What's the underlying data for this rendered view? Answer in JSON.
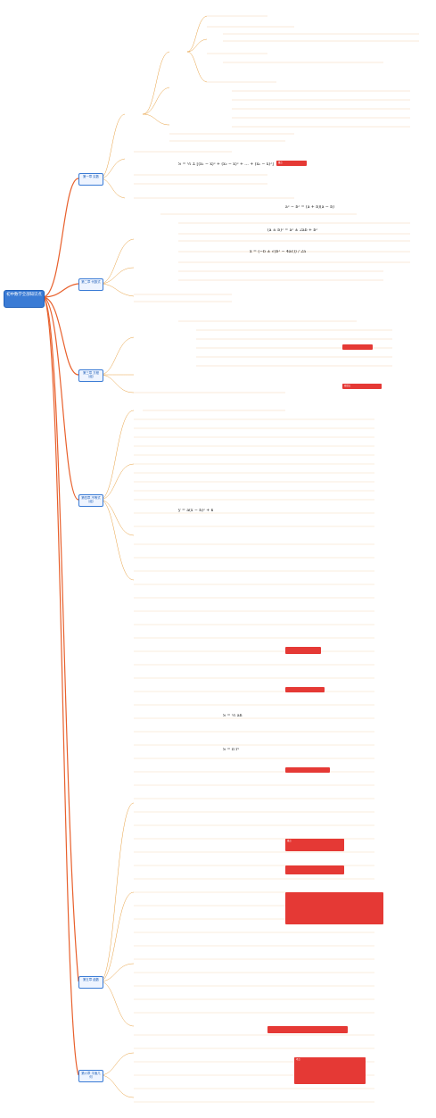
{
  "root": {
    "label": "初中数学全部知识点"
  },
  "branches": [
    {
      "label": "第一章 实数"
    },
    {
      "label": "第二章 代数式"
    },
    {
      "label": "第三章 方程（组）"
    },
    {
      "label": "第四章 不等式（组）"
    },
    {
      "label": "第五章 函数"
    },
    {
      "label": "第六章 平面几何"
    }
  ],
  "formulas": {
    "f1": "S = ½ Σ [(x₁ − x̄)² + (x₂ − x̄)² + … + (xₙ − x̄)²]",
    "f2": "a² − b² = (a + b)(a − b)",
    "f3": "(a ± b)² = a² ± 2ab + b²",
    "f4": "x = (−b ± √(b² − 4ac)) / 2a",
    "f5": "y = a(x − h)² + k",
    "f6": "S = ½ ah",
    "f7": "S = π r²"
  },
  "notes": {
    "red1": "重点",
    "red2": "易错点",
    "red3": "难点",
    "red4": "考点"
  },
  "colors": {
    "main_line": "#e8602c",
    "branch_line": "#e8a040",
    "root_fill": "#3a7bd5",
    "accent_red": "#e53935"
  }
}
